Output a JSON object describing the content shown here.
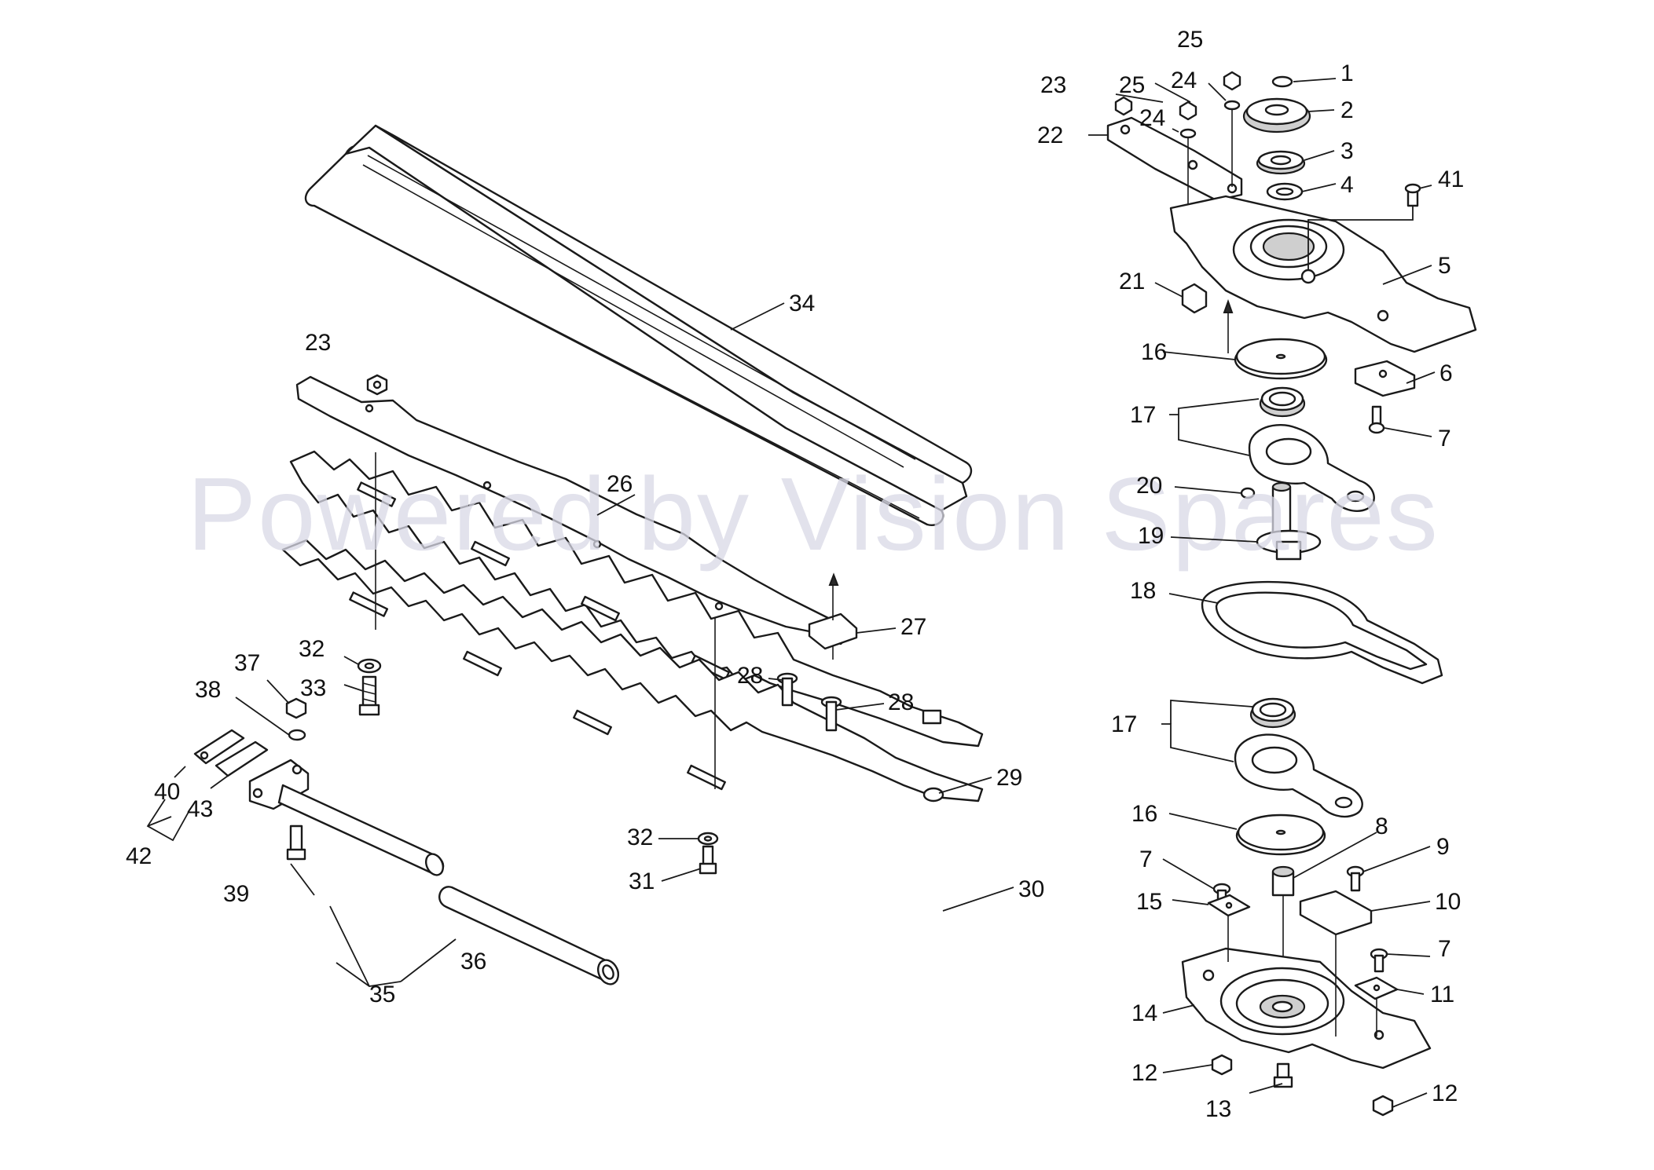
{
  "watermark": "Powered by Vision Spares",
  "callouts": [
    {
      "id": "c1",
      "text": "1"
    },
    {
      "id": "c2",
      "text": "2"
    },
    {
      "id": "c3",
      "text": "3"
    },
    {
      "id": "c4",
      "text": "4"
    },
    {
      "id": "c5",
      "text": "5"
    },
    {
      "id": "c6",
      "text": "6"
    },
    {
      "id": "c7a",
      "text": "7"
    },
    {
      "id": "c7b",
      "text": "7"
    },
    {
      "id": "c7c",
      "text": "7"
    },
    {
      "id": "c8",
      "text": "8"
    },
    {
      "id": "c9",
      "text": "9"
    },
    {
      "id": "c10",
      "text": "10"
    },
    {
      "id": "c11",
      "text": "11"
    },
    {
      "id": "c12a",
      "text": "12"
    },
    {
      "id": "c12b",
      "text": "12"
    },
    {
      "id": "c13",
      "text": "13"
    },
    {
      "id": "c14",
      "text": "14"
    },
    {
      "id": "c15",
      "text": "15"
    },
    {
      "id": "c16a",
      "text": "16"
    },
    {
      "id": "c16b",
      "text": "16"
    },
    {
      "id": "c17a",
      "text": "17"
    },
    {
      "id": "c17b",
      "text": "17"
    },
    {
      "id": "c18",
      "text": "18"
    },
    {
      "id": "c19",
      "text": "19"
    },
    {
      "id": "c20",
      "text": "20"
    },
    {
      "id": "c21",
      "text": "21"
    },
    {
      "id": "c22",
      "text": "22"
    },
    {
      "id": "c23a",
      "text": "23"
    },
    {
      "id": "c23b",
      "text": "23"
    },
    {
      "id": "c24a",
      "text": "24"
    },
    {
      "id": "c24b",
      "text": "24"
    },
    {
      "id": "c25a",
      "text": "25"
    },
    {
      "id": "c25b",
      "text": "25"
    },
    {
      "id": "c26",
      "text": "26"
    },
    {
      "id": "c27",
      "text": "27"
    },
    {
      "id": "c28a",
      "text": "28"
    },
    {
      "id": "c28b",
      "text": "28"
    },
    {
      "id": "c29",
      "text": "29"
    },
    {
      "id": "c30",
      "text": "30"
    },
    {
      "id": "c31",
      "text": "31"
    },
    {
      "id": "c32a",
      "text": "32"
    },
    {
      "id": "c32b",
      "text": "32"
    },
    {
      "id": "c33",
      "text": "33"
    },
    {
      "id": "c34",
      "text": "34"
    },
    {
      "id": "c35",
      "text": "35"
    },
    {
      "id": "c36",
      "text": "36"
    },
    {
      "id": "c37",
      "text": "37"
    },
    {
      "id": "c38",
      "text": "38"
    },
    {
      "id": "c39",
      "text": "39"
    },
    {
      "id": "c40",
      "text": "40"
    },
    {
      "id": "c41",
      "text": "41"
    },
    {
      "id": "c42",
      "text": "42"
    },
    {
      "id": "c43",
      "text": "43"
    }
  ]
}
